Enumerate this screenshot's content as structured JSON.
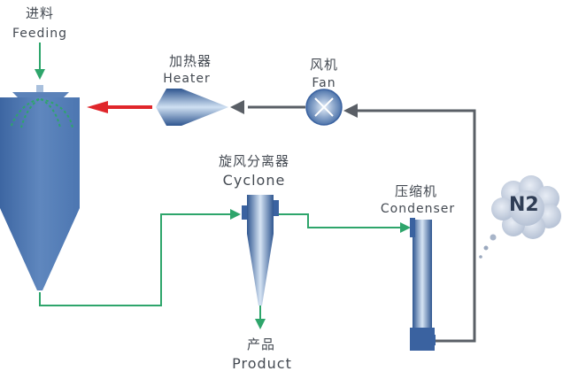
{
  "labels": {
    "feeding_cn": "进料",
    "feeding_en": "Feeding",
    "heater_cn": "加热器",
    "heater_en": "Heater",
    "fan_cn": "风机",
    "fan_en": "Fan",
    "cyclone_cn": "旋风分离器",
    "cyclone_en": "Cyclone",
    "condenser_cn": "压缩机",
    "condenser_en": "Condenser",
    "product_cn": "产品",
    "product_en": "Product",
    "nitrogen": "N2"
  },
  "colors": {
    "product_flow": "#2ea56b",
    "gas_return": "#5a5f66",
    "hot_gas": "#e0262b",
    "vessel_dark": "#3f6aa5",
    "vessel_light": "#bcd3ec",
    "cloud": "#c9d3e3"
  }
}
